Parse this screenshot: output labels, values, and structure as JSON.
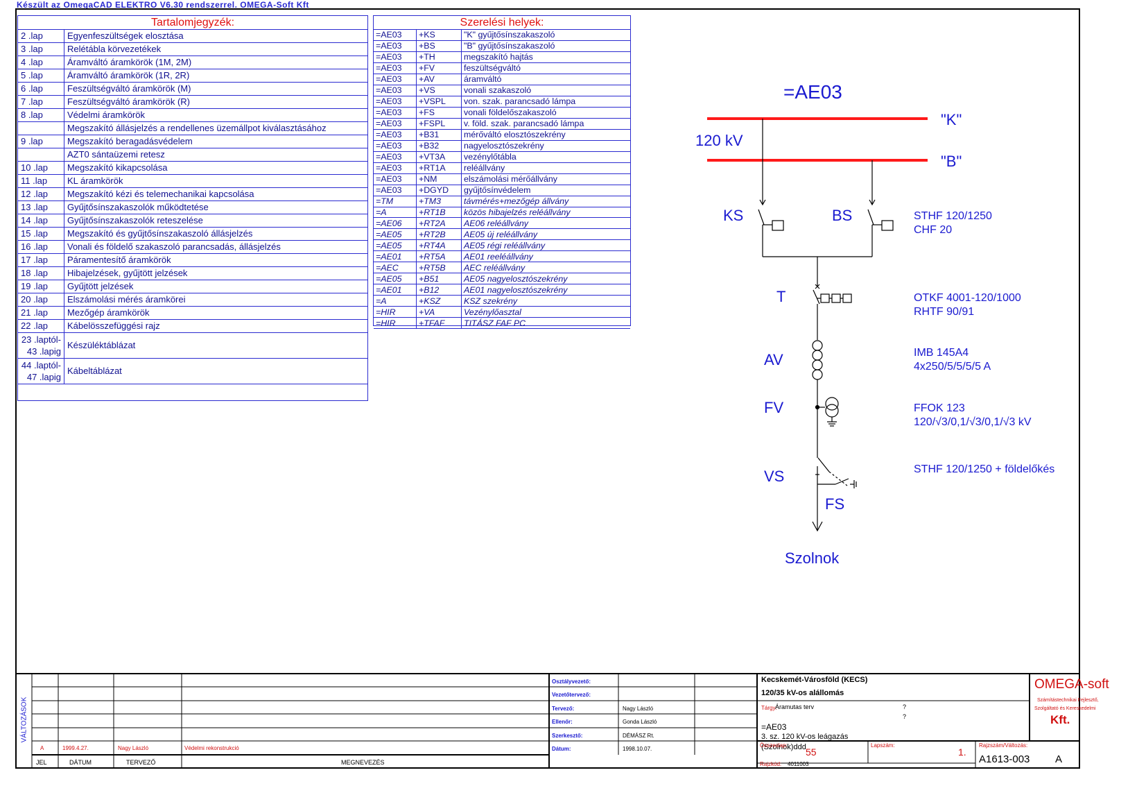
{
  "header": {
    "banner": "Készült az OmegaCAD ELEKTRO V6.30 rendszerrel. OMEGA-Soft Kft"
  },
  "toc": {
    "title": "Tartalomjegyzék:",
    "rows": [
      {
        "page": "2 .lap",
        "desc": "Egyenfeszültségek elosztása"
      },
      {
        "page": "3 .lap",
        "desc": "Relétábla körvezetékek"
      },
      {
        "page": "4 .lap",
        "desc": "Áramváltó áramkörök (1M, 2M)"
      },
      {
        "page": "5 .lap",
        "desc": "Áramváltó áramkörök (1R, 2R)"
      },
      {
        "page": "6 .lap",
        "desc": "Feszültségváltó áramkörök (M)"
      },
      {
        "page": "7 .lap",
        "desc": "Feszültségváltó áramkörök (R)"
      },
      {
        "page": "8 .lap",
        "desc": "Védelmi áramkörök"
      },
      {
        "page": "",
        "desc": "Megszakító állásjelzés a rendellenes üzemállpot kiválasztásához"
      },
      {
        "page": "9 .lap",
        "desc": "Megszakító beragadásvédelem"
      },
      {
        "page": "",
        "desc": "AZT0 sántaüzemi retesz"
      },
      {
        "page": "10 .lap",
        "desc": "Megszakító kikapcsolása"
      },
      {
        "page": "11 .lap",
        "desc": "KL áramkörök"
      },
      {
        "page": "12 .lap",
        "desc": "Megszakító kézi és telemechanikai kapcsolása"
      },
      {
        "page": "13 .lap",
        "desc": "Gyűjtősínszakaszolók működtetése"
      },
      {
        "page": "14 .lap",
        "desc": "Gyűjtősínszakaszolók reteszelése"
      },
      {
        "page": "15 .lap",
        "desc": "Megszakító és gyűjtősínszakaszoló állásjelzés"
      },
      {
        "page": "16 .lap",
        "desc": "Vonali és földelő szakaszoló parancsadás, állásjelzés"
      },
      {
        "page": "17 .lap",
        "desc": "Páramentesítő áramkörök"
      },
      {
        "page": "18 .lap",
        "desc": "Hibajelzések, gyűjtött jelzések"
      },
      {
        "page": "19 .lap",
        "desc": "Gyűjtött jelzések"
      },
      {
        "page": "20 .lap",
        "desc": "Elszámolási mérés áramkörei"
      },
      {
        "page": "21 .lap",
        "desc": "Mezőgép áramkörök"
      },
      {
        "page": "22 .lap",
        "desc": "Kábelösszefüggési rajz"
      }
    ],
    "range_rows": [
      {
        "from": "23 .laptól-",
        "to": "43 .lapig",
        "desc": "Készüléktáblázat"
      },
      {
        "from": "44 .laptól-",
        "to": "47 .lapig",
        "desc": "Kábeltáblázat"
      }
    ]
  },
  "installations": {
    "title": "Szerelési helyek:",
    "rows": [
      {
        "a": "=AE03",
        "b": "+KS",
        "c": "\"K\" gyűjtősínszakaszoló",
        "italic": false
      },
      {
        "a": "=AE03",
        "b": "+BS",
        "c": "\"B\" gyűjtősínszakaszoló",
        "italic": false
      },
      {
        "a": "=AE03",
        "b": "+TH",
        "c": "megszakító hajtás",
        "italic": false
      },
      {
        "a": "=AE03",
        "b": "+FV",
        "c": "feszültségváltó",
        "italic": false
      },
      {
        "a": "=AE03",
        "b": "+AV",
        "c": "áramváltó",
        "italic": false
      },
      {
        "a": "=AE03",
        "b": "+VS",
        "c": "vonali szakaszoló",
        "italic": false
      },
      {
        "a": "=AE03",
        "b": "+VSPL",
        "c": "von. szak. parancsadó lámpa",
        "italic": false
      },
      {
        "a": "=AE03",
        "b": "+FS",
        "c": "vonali földelőszakaszoló",
        "italic": false
      },
      {
        "a": "=AE03",
        "b": "+FSPL",
        "c": "v. föld. szak. parancsadó lámpa",
        "italic": false
      },
      {
        "a": "=AE03",
        "b": "+B31",
        "c": "mérőváltó elosztószekrény",
        "italic": false
      },
      {
        "a": "=AE03",
        "b": "+B32",
        "c": "nagyelosztószekrény",
        "italic": false
      },
      {
        "a": "=AE03",
        "b": "+VT3A",
        "c": "vezénylőtábla",
        "italic": false
      },
      {
        "a": "=AE03",
        "b": "+RT1A",
        "c": "reléállvány",
        "italic": false
      },
      {
        "a": "=AE03",
        "b": "+NM",
        "c": "elszámolási mérőállvány",
        "italic": false
      },
      {
        "a": "=AE03",
        "b": "+DGYD",
        "c": "gyűjtősínvédelem",
        "italic": false
      },
      {
        "a": "=TM",
        "b": "+TM3",
        "c": "távmérés+mezőgép állvány",
        "italic": true
      },
      {
        "a": "=A",
        "b": "+RT1B",
        "c": "közös hibajelzés reléállvány",
        "italic": true
      },
      {
        "a": "=AE06",
        "b": "+RT2A",
        "c": "AE06 reléállvány",
        "italic": true
      },
      {
        "a": "=AE05",
        "b": "+RT2B",
        "c": "AE05 új reléállvány",
        "italic": true
      },
      {
        "a": "=AE05",
        "b": "+RT4A",
        "c": "AE05 régi reléállvány",
        "italic": true
      },
      {
        "a": "=AE01",
        "b": "+RT5A",
        "c": "AE01 reeléállvány",
        "italic": true
      },
      {
        "a": "=AEC",
        "b": "+RT5B",
        "c": "AEC reléállvány",
        "italic": true
      },
      {
        "a": "=AE05",
        "b": "+B51",
        "c": "AE05 nagyelosztószekrény",
        "italic": true
      },
      {
        "a": "=AE01",
        "b": "+B12",
        "c": "AE01 nagyelosztószekrény",
        "italic": true
      },
      {
        "a": "=A",
        "b": "+KSZ",
        "c": "KSZ szekrény",
        "italic": true
      },
      {
        "a": "=HIR",
        "b": "+VA",
        "c": "Vezénylőasztal",
        "italic": true
      },
      {
        "a": "=HIR",
        "b": "+TFAF",
        "c": "TITÁSZ FAF PC",
        "italic": true
      }
    ]
  },
  "diagram": {
    "field": "=AE03",
    "voltage": "120 kV",
    "bus_k": "\"K\"",
    "bus_b": "\"B\"",
    "ks": "KS",
    "bs": "BS",
    "ks_type1": "STHF 120/1250",
    "ks_type2": "CHF 20",
    "t": "T",
    "t_type1": "OTKF 4001-120/1000",
    "t_type2": "RHTF 90/91",
    "av": "AV",
    "av_type1": "IMB 145A4",
    "av_type2": "4x250/5/5/5/5 A",
    "fv": "FV",
    "fv_type1": "FFOK 123",
    "fv_type2": "120/√3/0,1/√3/0,1/√3 kV",
    "vs": "VS",
    "vs_type": "STHF 120/1250 + földelőkés",
    "fs": "FS",
    "dest": "Szolnok",
    "colors": {
      "bus": "#ff1a1a",
      "label": "#1a1ad0",
      "line": "#000000"
    }
  },
  "titleblock": {
    "side_label": "VÁLTOZÁSOK",
    "change_row": {
      "mark": "A",
      "date": "1999.4.27.",
      "designer": "Nagy László",
      "desc": "Védelmi rekonstrukció"
    },
    "foot_labels": {
      "jel": "JEL",
      "datum": "DÁTUM",
      "tervezo": "TERVEZŐ",
      "megnevezes": "MEGNEVEZÉS"
    },
    "roles": [
      {
        "label": "Osztályvezető:",
        "value": ""
      },
      {
        "label": "Vezetőtervező:",
        "value": ""
      },
      {
        "label": "Tervező:",
        "value": "Nagy László"
      },
      {
        "label": "Ellenőr:",
        "value": "Gonda László"
      },
      {
        "label": "Szerkesztő:",
        "value": "DÉMÁSZ Rt."
      },
      {
        "label": "Dátum:",
        "value": "1998.10.07."
      }
    ],
    "project1": "Kecskemét-Városföld (KECS)",
    "project2": "120/35 kV-os alállomás",
    "subject_label": "Tárgy:",
    "subject": "Áramutas terv",
    "q1": "?",
    "q2": "?",
    "field": "=AE03",
    "desc1": "3. sz. 120 kV-os leágazás",
    "desc2": "(Szolnok)ddd",
    "total_label": "Összeslap:",
    "total": "55",
    "sheet_label": "Lapszám:",
    "sheet": "1.",
    "drawing_label": "Rajzszám/Változás:",
    "drawing_no": "A1613-003",
    "revision": "A",
    "code_label": "Rajzkód:",
    "code": "4011003",
    "company": "OMEGA-soft",
    "company_line1": "Számítástechnikai Fejlesztő,",
    "company_line2": "Szolgáltató és Kereskedelmi",
    "company_kft": "Kft."
  }
}
